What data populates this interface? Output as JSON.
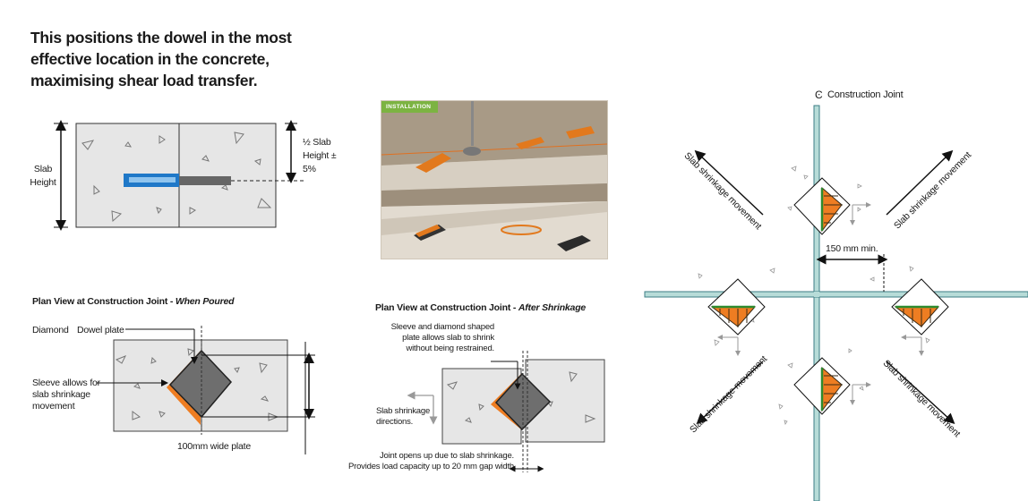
{
  "intro": "This positions the dowel in the most effective location in the concrete, maximising shear load transfer.",
  "elevation": {
    "slab_height": "Slab Height",
    "half_slab": "½ Slab Height ± 5%"
  },
  "photo": {
    "tag": "INSTALLATION"
  },
  "plan_poured": {
    "title": "Plan View at Construction Joint - ",
    "title_sub": "When Poured",
    "diamond": "Diamond",
    "dowel_plate": "Dowel plate",
    "sleeve": "Sleeve allows for slab shrinkage movement",
    "width": "100mm wide plate"
  },
  "plan_shrink": {
    "title": "Plan View at Construction Joint - ",
    "title_sub": "After Shrinkage",
    "sleeve_note": "Sleeve and diamond shaped plate allows slab to shrink without being restrained.",
    "directions": "Slab shrinkage directions.",
    "joint_note_1": "Joint opens up due to slab shrinkage.",
    "joint_note_2": "Provides load capacity up to 20 mm gap width."
  },
  "right": {
    "cl_symbol": "Ͼ",
    "construction_joint": "Construction Joint",
    "min_gap": "150 mm min.",
    "movement": "Slab shrinkage movement"
  },
  "colors": {
    "orange": "#ee7d22",
    "grey_plate": "#6e6e6e",
    "concrete": "#e6e6e6",
    "blue": "#1f78c8",
    "joint": "#b7dcd8"
  }
}
